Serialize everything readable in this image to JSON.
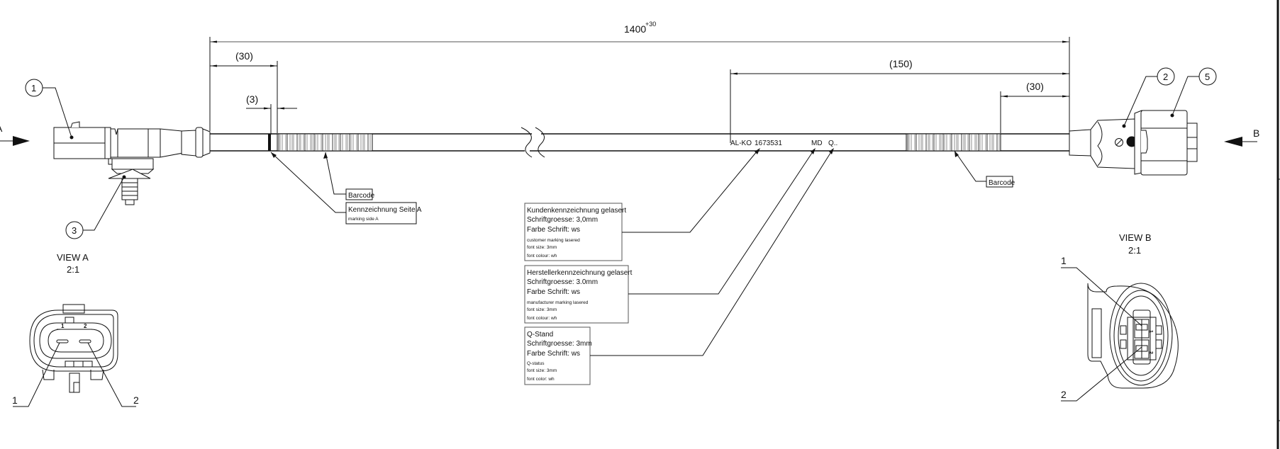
{
  "drawing": {
    "overall_length": {
      "value": "1400",
      "tolerance": "+30"
    },
    "dim_left_30": "(30)",
    "dim_left_3": "(3)",
    "dim_right_150": "(150)",
    "dim_right_30": "(30)",
    "view_arrow_a": "A",
    "view_arrow_b": "B",
    "cable_marking": {
      "brand": "AL-KO",
      "part_number": "1673531",
      "manufacturer_code": "MD",
      "q_status": "Q.."
    },
    "balloons": [
      "1",
      "2",
      "3",
      "5"
    ],
    "labels": {
      "barcode_left": "Barcode",
      "barcode_right": "Barcode",
      "marking_side_a_de": "Kennzeichnung Seite A",
      "marking_side_a_en": "marking side A"
    },
    "notes": [
      {
        "lines_de": [
          "Kundenkennzeichnung gelasert",
          "Schriftgroesse: 3,0mm",
          "Farbe Schrift: ws"
        ],
        "lines_en": [
          "customer marking lasered",
          "font size: 3mm",
          "font colour: wh"
        ]
      },
      {
        "lines_de": [
          "Herstellerkennzeichnung gelasert",
          "Schriftgroesse: 3.0mm",
          "Farbe Schrift: ws"
        ],
        "lines_en": [
          "manufacturer marking lasered",
          "font size: 3mm",
          "font colour: wh"
        ]
      },
      {
        "lines_de": [
          "Q-Stand",
          "Schriftgroesse: 3mm",
          "Farbe Schrift: ws"
        ],
        "lines_en": [
          "Q-status",
          "font size: 3mm",
          "font color: wh"
        ]
      }
    ],
    "view_a": {
      "title": "VIEW A",
      "scale": "2:1",
      "pin_labels": [
        "1",
        "2"
      ],
      "callouts": [
        "1",
        "2"
      ]
    },
    "view_b": {
      "title": "VIEW B",
      "scale": "2:1",
      "pin_labels": [
        "1",
        "2"
      ],
      "callouts": [
        "1",
        "2"
      ]
    }
  }
}
